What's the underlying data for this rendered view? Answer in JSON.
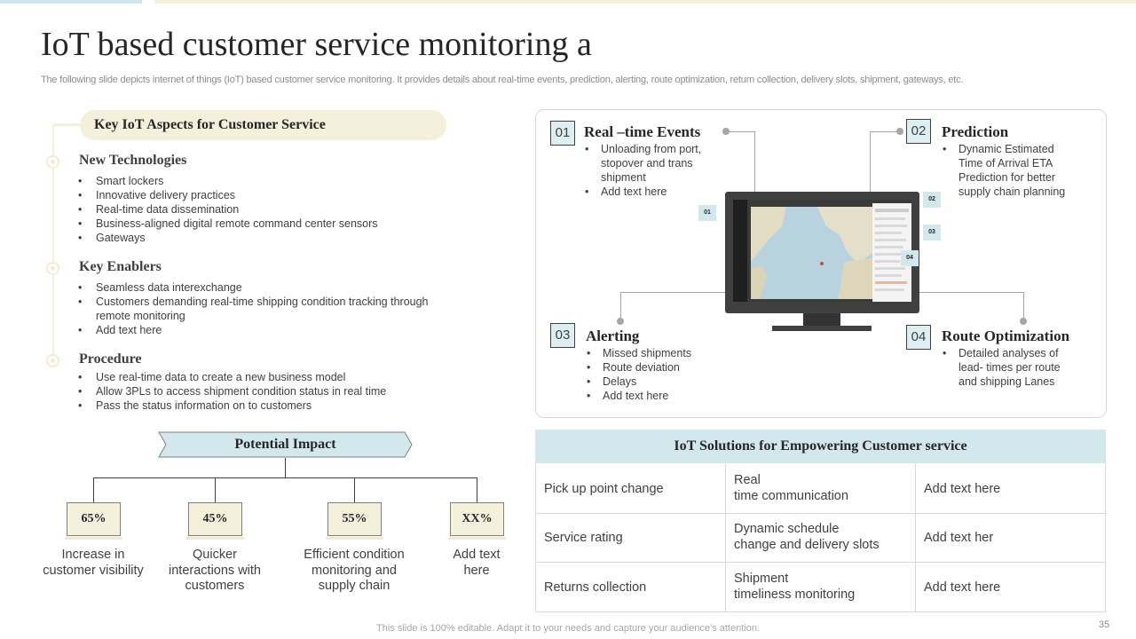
{
  "title": "IoT based customer service monitoring a",
  "subtitle": "The following slide depicts internet of things (IoT) based customer service monitoring. It provides details about real-time events, prediction, alerting, route optimization, return collection, delivery slots, shipment, gateways, etc.",
  "left": {
    "header": "Key IoT Aspects for Customer Service",
    "sections": [
      {
        "heading": "New Technologies",
        "items": [
          "Smart lockers",
          "Innovative  delivery  practices",
          "Real-time data dissemination",
          "Business-aligned digital remote command center sensors",
          "Gateways"
        ]
      },
      {
        "heading": "Key Enablers",
        "items": [
          "Seamless data interexchange",
          "Customers demanding real-time shipping condition tracking through remote monitoring",
          "Add text here"
        ]
      },
      {
        "heading": "Procedure",
        "items": [
          "Use real-time data to create a new business model",
          "Allow 3PLs  to access shipment condition status in real time",
          "Pass the status information  on to customers"
        ]
      }
    ]
  },
  "impact": {
    "header": "Potential Impact",
    "items": [
      {
        "value": "65%",
        "label": "Increase in customer visibility"
      },
      {
        "value": "45%",
        "label": "Quicker interactions with customers"
      },
      {
        "value": "55%",
        "label": "Efficient condition monitoring and supply chain"
      },
      {
        "value": "XX%",
        "label": "Add text here"
      }
    ]
  },
  "events": [
    {
      "num": "01",
      "heading": "Real –time Events",
      "items": [
        "Unloading from port, stopover  and trans shipment",
        "Add text here"
      ]
    },
    {
      "num": "02",
      "heading": "Prediction",
      "items": [
        "Dynamic Estimated Time of Arrival ETA Prediction for better supply chain planning"
      ]
    },
    {
      "num": "03",
      "heading": "Alerting",
      "items": [
        "Missed shipments",
        "Route deviation",
        "Delays",
        "Add text here"
      ]
    },
    {
      "num": "04",
      "heading": "Route Optimization",
      "items": [
        "Detailed analyses of lead- times per route and shipping Lanes"
      ]
    }
  ],
  "table": {
    "header": "IoT Solutions for Empowering Customer service",
    "rows": [
      [
        "Pick up point change",
        "Real\ntime communication",
        "Add text here"
      ],
      [
        "Service rating",
        "Dynamic schedule\nchange and delivery slots",
        "Add text her"
      ],
      [
        "Returns collection",
        "Shipment\ntimeliness monitoring",
        "Add text here"
      ]
    ]
  },
  "footer": "This slide is 100% editable. Adapt it to your needs and capture your audience's attention.",
  "page_number": "35",
  "colors": {
    "accent_cream": "#f5f0dc",
    "accent_blue": "#d2e8ec",
    "text": "#404040"
  }
}
